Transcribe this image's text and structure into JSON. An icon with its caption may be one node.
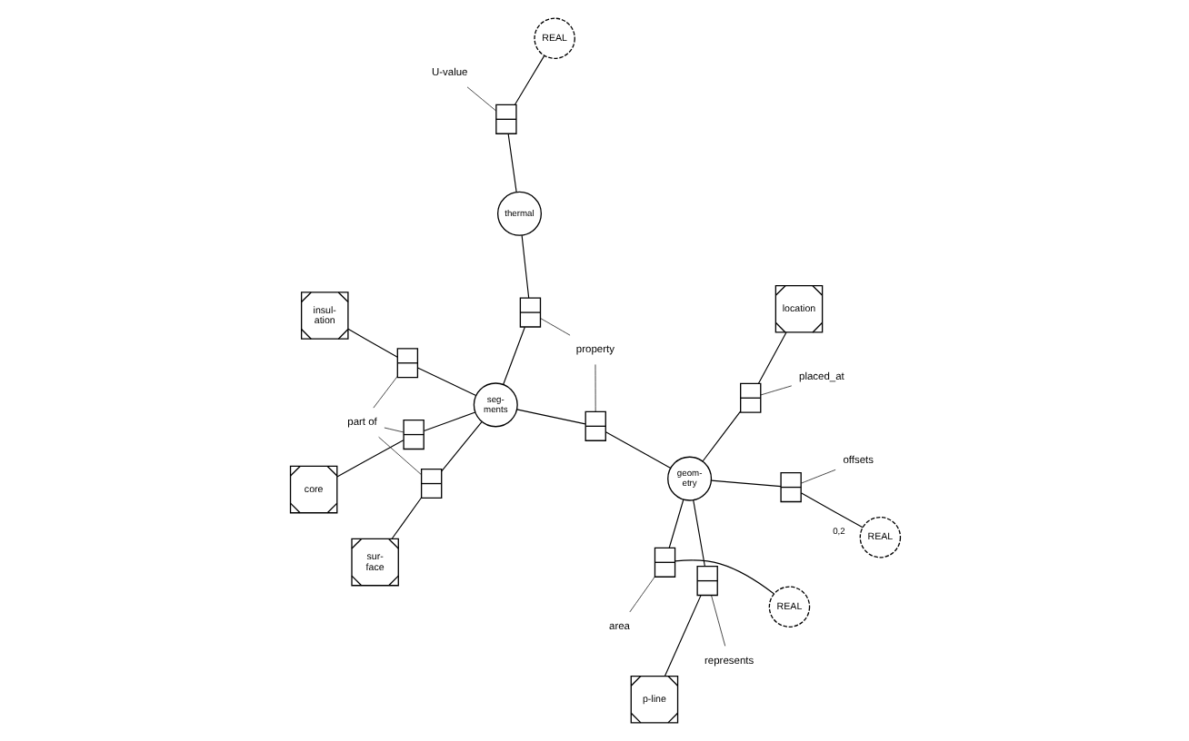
{
  "diagram": {
    "nodes": [
      {
        "text": [
          "location"
        ]
      },
      {
        "text": [
          "REAL"
        ]
      },
      {
        "text": [
          "REAL"
        ]
      },
      {
        "text": [
          "geom- etry"
        ]
      },
      {
        "text": [
          "seg- ments"
        ]
      },
      {
        "text": [
          "thermal"
        ]
      },
      {
        "text": [
          "p-line"
        ]
      },
      {
        "text": [
          "REAL"
        ]
      },
      {
        "text": [
          "insul- ation"
        ]
      },
      {
        "text": [
          "core"
        ]
      },
      {
        "text": [
          "sur- face"
        ]
      },
      {
        "text": [],
        "shape": "box"
      },
      {
        "text": [],
        "shape": "box"
      },
      {
        "text": [],
        "shape": "box"
      },
      {
        "text": [],
        "shape": "box"
      },
      {
        "text": [],
        "shape": "box"
      },
      {
        "text": [],
        "shape": "box"
      },
      {
        "text": [],
        "shape": "box"
      },
      {
        "text": [],
        "shape": "box"
      },
      {
        "text": [],
        "shape": "box"
      },
      {
        "text": [],
        "shape": "box"
      },
      {
        "text": [
          "area"
        ]
      },
      {
        "text": [
          "placed_at"
        ]
      },
      {
        "text": [
          "property"
        ]
      },
      {
        "text": [
          "U-value"
        ]
      },
      {
        "text": [
          "represents"
        ]
      },
      {
        "text": [
          "offsets"
        ]
      },
      {
        "text": [
          "part of"
        ]
      }
    ],
    "edges": [
      {
        "from": 0,
        "to": 12,
        "arrow": "none"
      },
      {
        "from": 12,
        "to": 3,
        "arrow": "none"
      },
      {
        "from": 1,
        "to": 11,
        "arrow": "none"
      },
      {
        "from": 11,
        "to": 3,
        "arrow": "none"
      },
      {
        "from": 2,
        "to": 13,
        "arrow": "none"
      },
      {
        "from": 13,
        "to": 5,
        "arrow": "none"
      },
      {
        "from": 6,
        "to": 14,
        "arrow": "none"
      },
      {
        "from": 14,
        "to": 3,
        "arrow": "none"
      },
      {
        "from": 7,
        "to": 15,
        "arrow": "none",
        "label": "0,2"
      },
      {
        "from": 15,
        "to": 3,
        "arrow": "none"
      },
      {
        "from": 3,
        "to": 16,
        "arrow": "none"
      },
      {
        "from": 16,
        "to": 4,
        "arrow": "none"
      },
      {
        "from": 4,
        "to": 17,
        "arrow": "none"
      },
      {
        "from": 17,
        "to": 5,
        "arrow": "none"
      },
      {
        "from": 4,
        "to": 18,
        "arrow": "none"
      },
      {
        "from": 18,
        "to": 8,
        "arrow": "none"
      },
      {
        "from": 4,
        "to": 19,
        "arrow": "none"
      },
      {
        "from": 19,
        "to": 9,
        "arrow": "none"
      },
      {
        "from": 4,
        "to": 20,
        "arrow": "none"
      },
      {
        "from": 20,
        "to": 10,
        "arrow": "none"
      },
      {
        "from": 21,
        "to": 11,
        "arrow": "none"
      },
      {
        "from": 22,
        "to": 12,
        "arrow": "none"
      },
      {
        "from": 23,
        "to": 16,
        "arrow": "none"
      },
      {
        "from": 23,
        "to": 17,
        "arrow": "none"
      },
      {
        "from": 24,
        "to": 13,
        "arrow": "none"
      },
      {
        "from": 25,
        "to": 14,
        "arrow": "none"
      },
      {
        "from": 26,
        "to": 15,
        "arrow": "none"
      },
      {
        "from": 27,
        "to": 18,
        "arrow": "none"
      },
      {
        "from": 27,
        "to": 19,
        "arrow": "none"
      },
      {
        "from": 27,
        "to": 20,
        "arrow": "none"
      }
    ]
  }
}
